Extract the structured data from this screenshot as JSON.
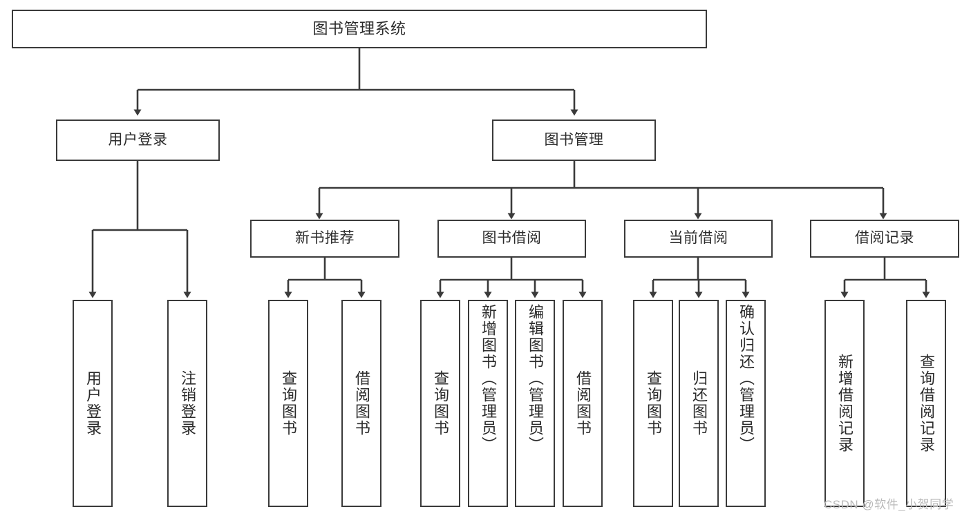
{
  "diagram": {
    "title": "图书管理系统",
    "watermark": "CSDN @软件_小贺同学",
    "colors": {
      "box_border": "#3a3a3a",
      "line": "#3a3a3a",
      "text": "#2b2b2b",
      "background": "#ffffff",
      "watermark": "#b9b9b9"
    },
    "root": {
      "label": "图书管理系统"
    },
    "level2": [
      {
        "label": "用户登录"
      },
      {
        "label": "图书管理"
      }
    ],
    "level3": [
      {
        "label": "新书推荐"
      },
      {
        "label": "图书借阅"
      },
      {
        "label": "当前借阅"
      },
      {
        "label": "借阅记录"
      }
    ],
    "leaves": {
      "user_login": [
        {
          "label": "用户登录"
        },
        {
          "label": "注销登录"
        }
      ],
      "new_book_recommend": [
        {
          "label": "查询图书"
        },
        {
          "label": "借阅图书"
        }
      ],
      "book_borrow": [
        {
          "label": "查询图书"
        },
        {
          "label": "新增图书（管理员）"
        },
        {
          "label": "编辑图书（管理员）"
        },
        {
          "label": "借阅图书"
        }
      ],
      "current_borrow": [
        {
          "label": "查询图书"
        },
        {
          "label": "归还图书"
        },
        {
          "label": "确认归还（管理员）"
        }
      ],
      "borrow_record": [
        {
          "label": "新增借阅记录"
        },
        {
          "label": "查询借阅记录"
        }
      ]
    }
  }
}
